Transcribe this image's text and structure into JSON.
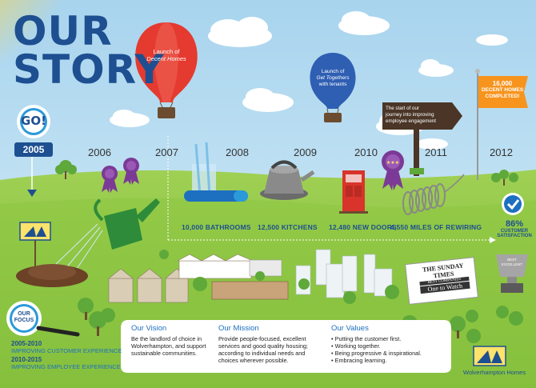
{
  "title": {
    "line1": "OUR",
    "line2": "STORY"
  },
  "start": {
    "go_label": "GO!",
    "start_year": "2005"
  },
  "years": [
    "2006",
    "2007",
    "2008",
    "2009",
    "2010",
    "2011",
    "2012"
  ],
  "balloons": {
    "red_line1": "Launch of",
    "red_line2": "Decent Homes",
    "blue_line1": "Launch of",
    "blue_line2": "Get Togethers",
    "blue_line3": "with tenants"
  },
  "signpost": {
    "line1": "The start of our",
    "line2": "journey into improving",
    "line3": "employee engagement"
  },
  "flag": {
    "line1": "16,000",
    "line2": "DECENT HOMES",
    "line3": "COMPLETED!"
  },
  "stats": {
    "bathrooms": "10,000 BATHROOMS",
    "kitchens": "12,500 KITCHENS",
    "doors": "12,480 NEW DOORS",
    "rewiring": "4,550 MILES OF REWIRING",
    "satisfaction_value": "86%",
    "satisfaction_label1": "CUSTOMER",
    "satisfaction_label2": "SATISFACTION"
  },
  "newspaper": {
    "line1": "THE SUNDAY TIMES",
    "line2": "BEST COMPANIES",
    "line3": "One to Watch"
  },
  "trophy": {
    "line1": "BEST",
    "line2": "EXCELLENT"
  },
  "focus": {
    "label1": "OUR",
    "label2": "FOCUS",
    "period1_years": "2005-2010",
    "period1_text": "IMPROVING CUSTOMER EXPERIENCE",
    "period2_years": "2010-2015",
    "period2_text": "IMPROVING EMPLOYEE EXPERIENCE"
  },
  "vision": {
    "title": "Our Vision",
    "body": "Be the landlord of choice in Wolverhampton, and support sustainable communities."
  },
  "mission": {
    "title": "Our Mission",
    "body": "Provide people-focused, excellent services and good quality housing; according to individual needs and choices wherever possible."
  },
  "values": {
    "title": "Our Values",
    "items": [
      "• Putting the customer first.",
      "• Working together.",
      "• Being progressive & inspirational.",
      "• Embracing learning."
    ]
  },
  "brand": {
    "name": "Wolverhampton Homes"
  },
  "colors": {
    "sky": "#b8dcef",
    "grass": "#8cc63f",
    "title_blue": "#1d4f91",
    "red_balloon": "#e53a2f",
    "blue_balloon": "#2f5fb3",
    "flag_orange": "#f7941d"
  }
}
